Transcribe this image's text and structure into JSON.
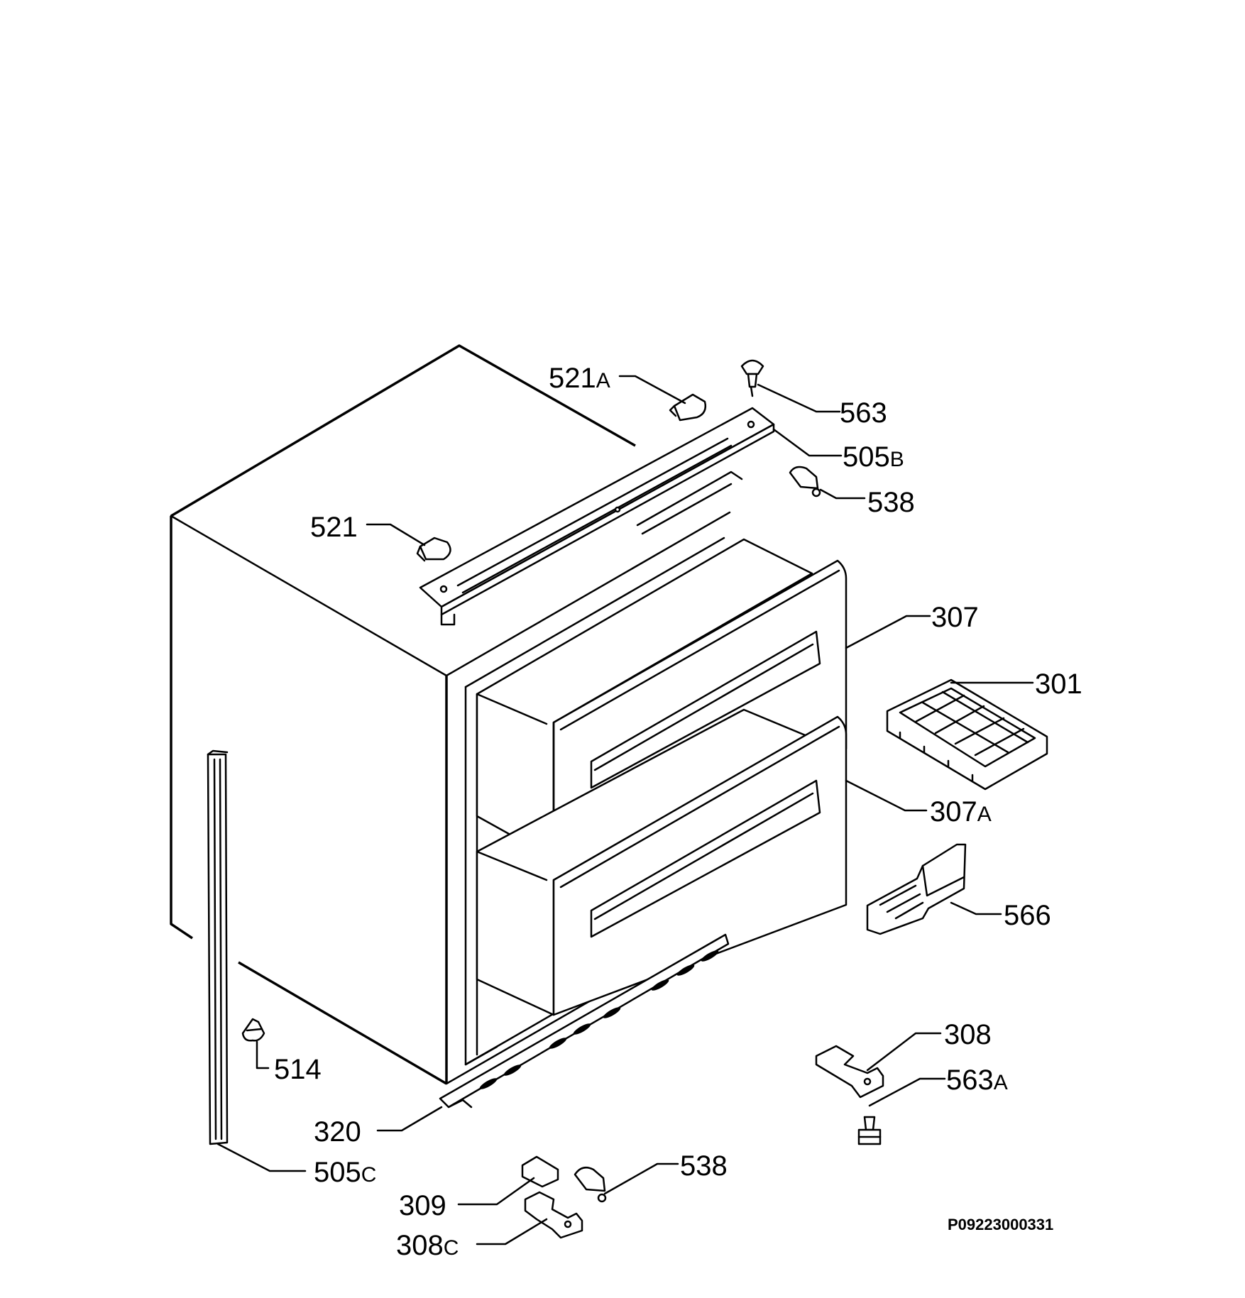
{
  "labels": [
    {
      "id": "521A",
      "num": "521",
      "suffix": "A"
    },
    {
      "id": "563",
      "num": "563",
      "suffix": ""
    },
    {
      "id": "505B",
      "num": "505",
      "suffix": "B"
    },
    {
      "id": "538-top",
      "num": "538",
      "suffix": ""
    },
    {
      "id": "521",
      "num": "521",
      "suffix": ""
    },
    {
      "id": "307",
      "num": "307",
      "suffix": ""
    },
    {
      "id": "301",
      "num": "301",
      "suffix": ""
    },
    {
      "id": "307A",
      "num": "307",
      "suffix": "A"
    },
    {
      "id": "566",
      "num": "566",
      "suffix": ""
    },
    {
      "id": "308",
      "num": "308",
      "suffix": ""
    },
    {
      "id": "563A",
      "num": "563",
      "suffix": "A"
    },
    {
      "id": "514",
      "num": "514",
      "suffix": ""
    },
    {
      "id": "320",
      "num": "320",
      "suffix": ""
    },
    {
      "id": "505C",
      "num": "505",
      "suffix": "C"
    },
    {
      "id": "538-bottom",
      "num": "538",
      "suffix": ""
    },
    {
      "id": "309",
      "num": "309",
      "suffix": ""
    },
    {
      "id": "308C",
      "num": "308",
      "suffix": "C"
    }
  ],
  "doc_id": "P09223000331",
  "colors": {
    "ink": "#000000",
    "paper": "#ffffff"
  }
}
